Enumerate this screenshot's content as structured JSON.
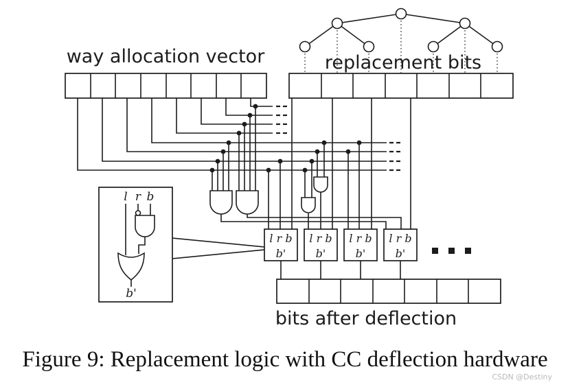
{
  "figure": {
    "way_allocation_vector": {
      "label": "way allocation vector",
      "cells": 8
    },
    "replacement_bits": {
      "label": "replacement bits",
      "cells": 7,
      "tree_node_count": 7
    },
    "bits_after_deflection": {
      "label": "bits after deflection",
      "cells": 7
    },
    "deflection_boxes": {
      "count": 4,
      "inputs_label": "l r b",
      "output_label": "b'",
      "continuation": "..."
    },
    "inset": {
      "inputs": [
        "l",
        "r",
        "b"
      ],
      "output": "b'"
    },
    "gates": {
      "large_and_gates": 2,
      "small_and_gates": 2
    }
  },
  "caption": "Figure 9: Replacement logic with CC deflection hardware",
  "watermark": "CSDN @Destiny",
  "colors": {
    "ink": "#1c1c1c",
    "background": "#ffffff",
    "watermark": "#b9b9b9"
  }
}
